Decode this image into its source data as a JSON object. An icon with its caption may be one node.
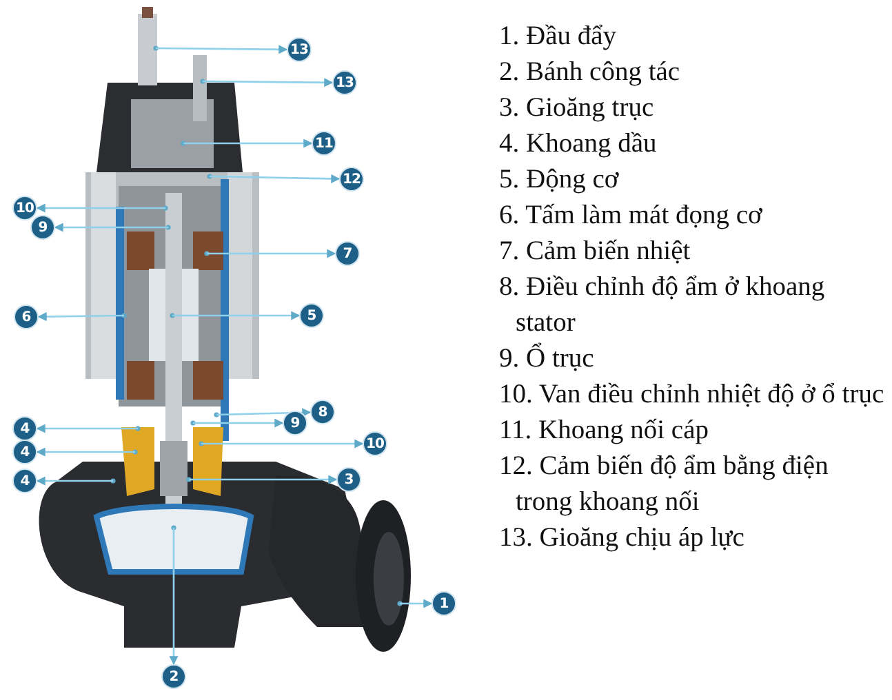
{
  "diagram": {
    "nodes": [
      {
        "text": [
          "13"
        ]
      },
      {
        "text": [
          "13"
        ]
      },
      {
        "text": [
          "11"
        ]
      },
      {
        "text": [
          "12"
        ]
      },
      {
        "text": [
          "10"
        ]
      },
      {
        "text": [
          "9"
        ]
      },
      {
        "text": [
          "7"
        ]
      },
      {
        "text": [
          "6"
        ]
      },
      {
        "text": [
          "5"
        ]
      },
      {
        "text": [
          "8"
        ]
      },
      {
        "text": [
          "9"
        ]
      },
      {
        "text": [
          "4"
        ]
      },
      {
        "text": [
          "10"
        ]
      },
      {
        "text": [
          "4"
        ]
      },
      {
        "text": [
          "4"
        ]
      },
      {
        "text": [
          "3"
        ]
      },
      {
        "text": [
          "1"
        ]
      },
      {
        "text": [
          "2"
        ]
      }
    ],
    "edges": [
      {
        "from": null,
        "to": 0,
        "arrow": "to"
      },
      {
        "from": null,
        "to": 1,
        "arrow": "to"
      },
      {
        "from": null,
        "to": 2,
        "arrow": "to"
      },
      {
        "from": null,
        "to": 3,
        "arrow": "to"
      },
      {
        "from": null,
        "to": 4,
        "arrow": "to"
      },
      {
        "from": null,
        "to": 5,
        "arrow": "to"
      },
      {
        "from": null,
        "to": 6,
        "arrow": "to"
      },
      {
        "from": null,
        "to": 7,
        "arrow": "to"
      },
      {
        "from": null,
        "to": 8,
        "arrow": "to"
      },
      {
        "from": null,
        "to": 9,
        "arrow": "to"
      },
      {
        "from": null,
        "to": 10,
        "arrow": "to"
      },
      {
        "from": null,
        "to": 11,
        "arrow": "to"
      },
      {
        "from": null,
        "to": 12,
        "arrow": "to"
      },
      {
        "from": null,
        "to": 13,
        "arrow": "to"
      },
      {
        "from": null,
        "to": 14,
        "arrow": "to"
      },
      {
        "from": null,
        "to": 15,
        "arrow": "to"
      },
      {
        "from": null,
        "to": 16,
        "arrow": "to"
      },
      {
        "from": null,
        "to": 17,
        "arrow": "to"
      }
    ],
    "labels": [
      "1. Đầu đẩy",
      "2. Bánh công tác",
      "3. Gioăng trục",
      "4. Khoang dầu",
      "5. Động cơ",
      "6. Tấm làm mát đọng cơ",
      "7. Cảm biến nhiệt",
      "8. Điều chỉnh độ ẩm ở khoang stator",
      "9. Ổ trục",
      "10. Van điều chỉnh nhiệt độ ở ổ trục",
      "11. Khoang nối cáp",
      "12. Cảm biến độ ẩm bằng điện trong khoang nối",
      "13. Gioăng chịu áp lực"
    ]
  }
}
